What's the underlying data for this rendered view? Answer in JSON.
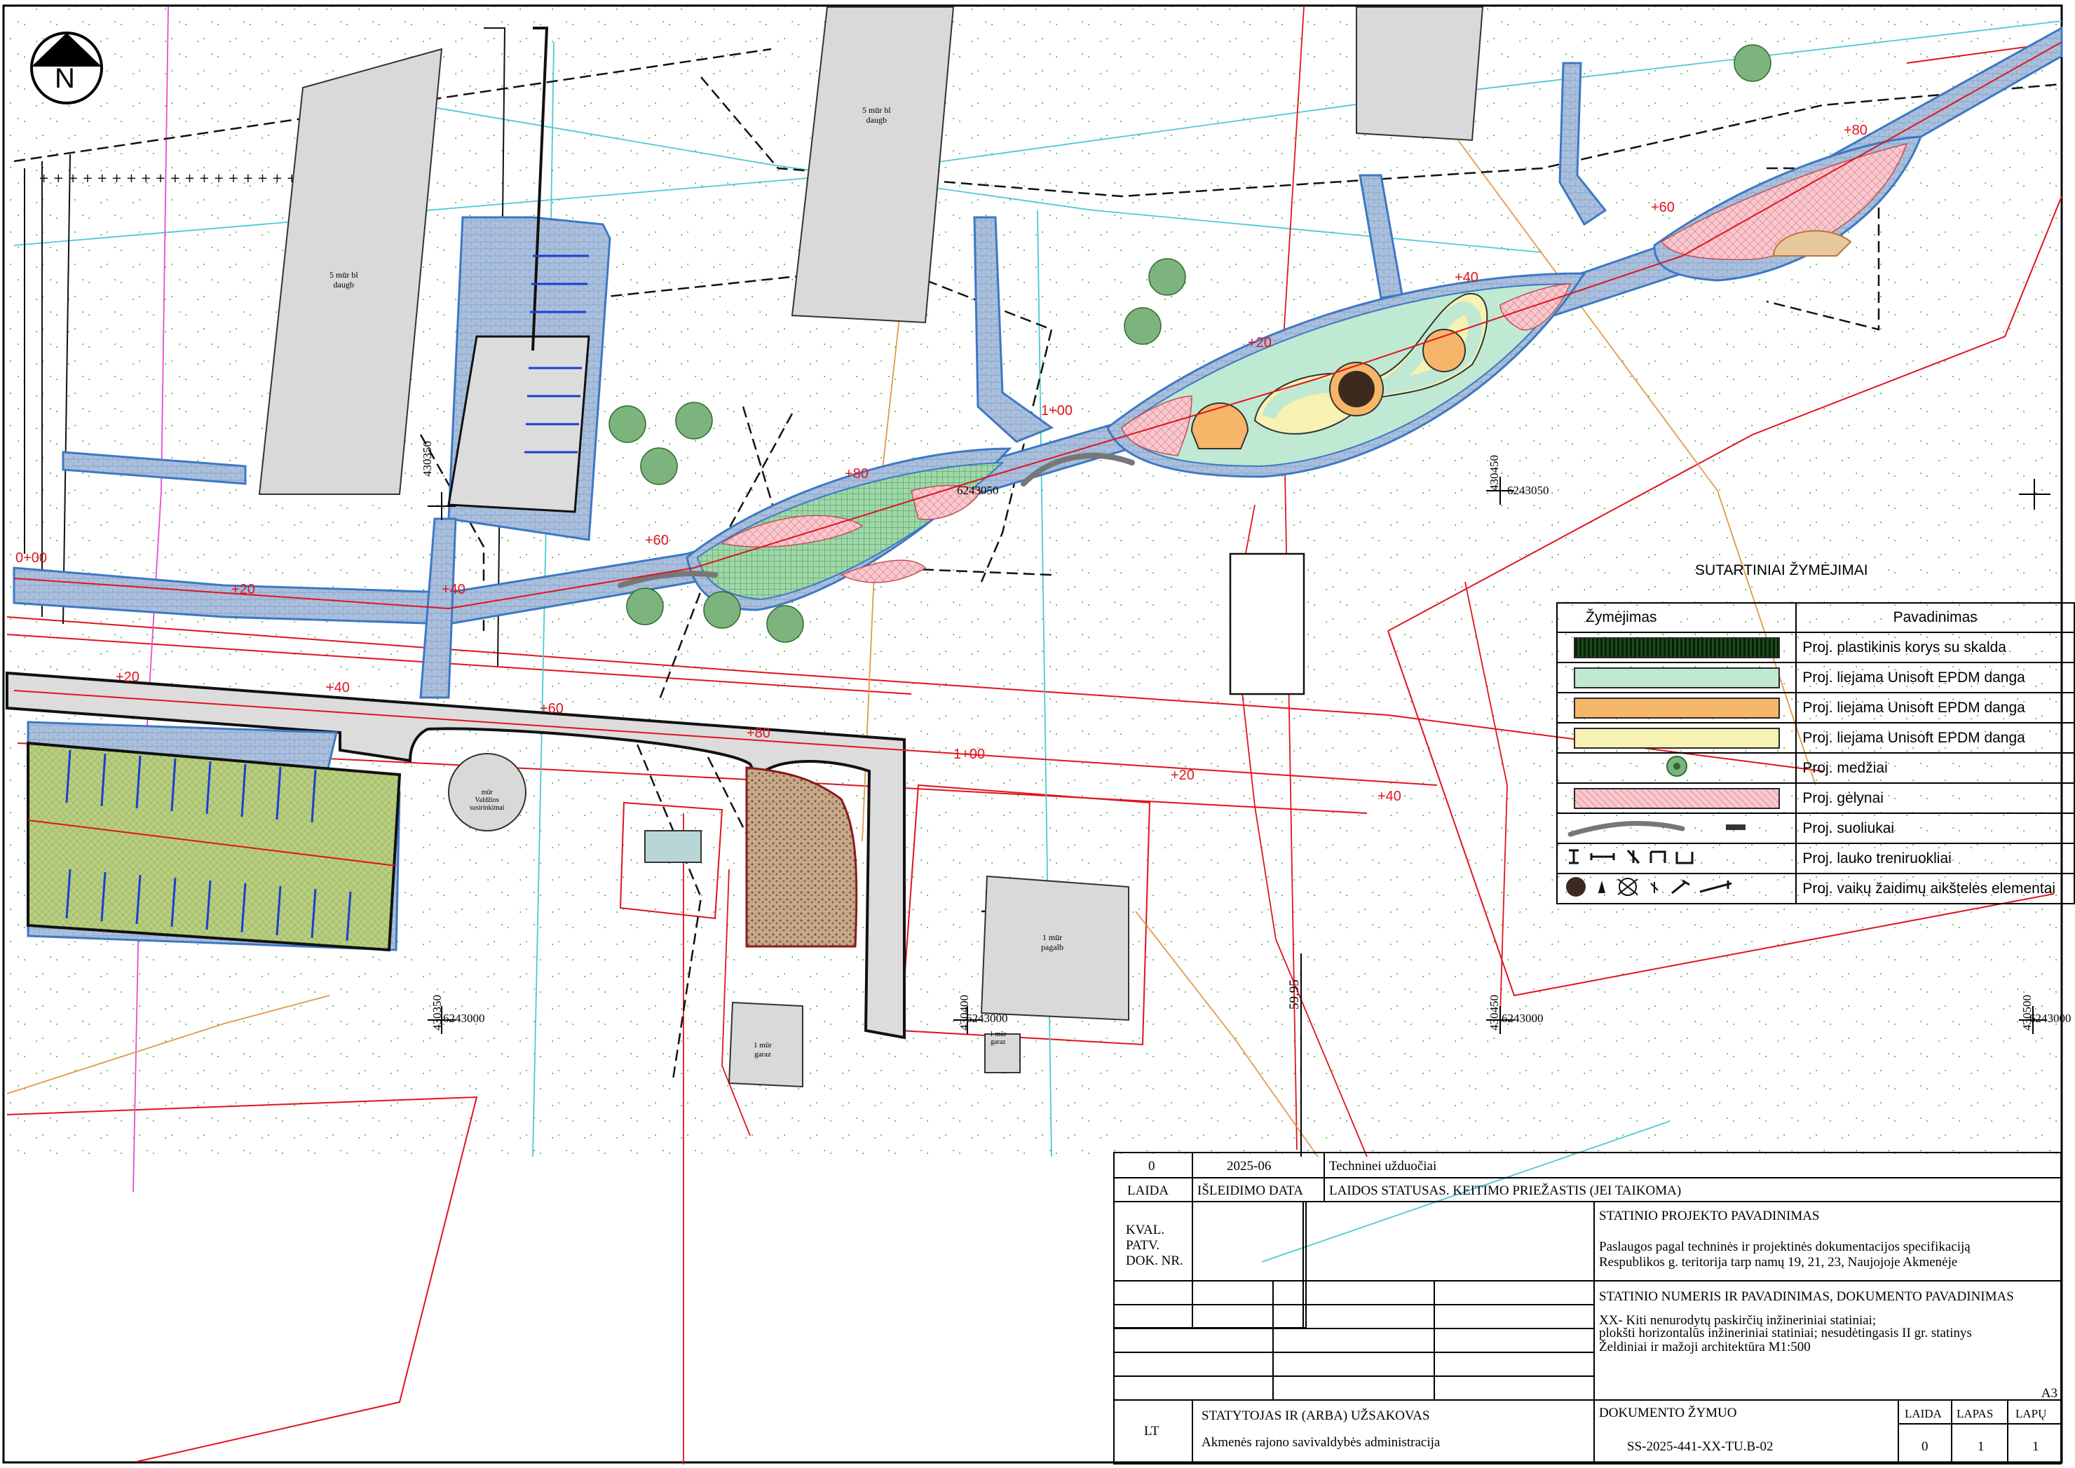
{
  "north_arrow": {
    "label": "N"
  },
  "buildings": [
    {
      "name": "5 mūr bl",
      "sub": "daugb"
    },
    {
      "name": "5 mūr bl",
      "sub": "daugb"
    },
    {
      "name": "1 mūr",
      "sub": "pagalb"
    },
    {
      "name": "1 mūr",
      "sub": "garaz"
    },
    {
      "name": "mūr",
      "sub": "Valdžios",
      "sub2": "susirinkimai"
    },
    {
      "name": "1 mūr",
      "sub": "garaz"
    }
  ],
  "chainage_labels": [
    "0+00",
    "+20",
    "+40",
    "+60",
    "+80",
    "1+00",
    "+20",
    "+40",
    "+60",
    "+80",
    "+20",
    "+40",
    "+60",
    "+80",
    "1+00",
    "+20",
    "+40"
  ],
  "coordinates": {
    "c1": "430350",
    "c2": "6243050",
    "c3": "430450",
    "c4": "6243050",
    "c5": "430350",
    "c6": "6243000",
    "c7": "430400",
    "c8": "6243000",
    "c9": "430450",
    "c10": "6243000",
    "c11": "430500",
    "c12": "6243000",
    "elev": "59.95"
  },
  "legend": {
    "title": "SUTARTINIAI ŽYMĖJIMAI",
    "header_symbol": "Žymėjimas",
    "header_name": "Pavadinimas",
    "rows": [
      {
        "name": "Proj. plastikinis korys su skalda",
        "symbol": "dark-grid-swatch"
      },
      {
        "name": "Proj. liejama Unisoft EPDM danga",
        "symbol": "mint-swatch",
        "color": "#bfe9d3"
      },
      {
        "name": "Proj. liejama Unisoft EPDM danga",
        "symbol": "orange-swatch",
        "color": "#f6b66a"
      },
      {
        "name": "Proj. liejama Unisoft EPDM danga",
        "symbol": "yellow-swatch",
        "color": "#f7f1b2"
      },
      {
        "name": "Proj. medžiai",
        "symbol": "tree-icon"
      },
      {
        "name": "Proj. gėlynai",
        "symbol": "pink-hatched-swatch",
        "color": "#f7c9cf"
      },
      {
        "name": "Proj. suoliukai",
        "symbol": "bench-icon"
      },
      {
        "name": "Proj. lauko treniruokliai",
        "symbol": "gym-equipment-icons"
      },
      {
        "name": "Proj. vaikų žaidimų aikštelės elementai",
        "symbol": "playground-icons"
      }
    ]
  },
  "title_block": {
    "rev_no": "0",
    "rev_date": "2025-06",
    "rev_status": "Techninei užduočiai",
    "h_laida": "LAIDA",
    "h_date": "IŠLEIDIMO DATA",
    "h_status": "LAIDOS STATUSAS. KEITIMO PRIEŽASTIS (JEI TAIKOMA)",
    "kval1": "KVAL.",
    "kval2": "PATV.",
    "kval3": "DOK. NR.",
    "proj_title_h": "STATINIO PROJEKTO PAVADINIMAS",
    "proj_title_1": "Paslaugos pagal techninės ir projektinės dokumentacijos specifikaciją",
    "proj_title_2": "Respublikos g. teritorija tarp namų 19, 21, 23, Naujojoje Akmenėje",
    "obj_h": "STATINIO NUMERIS IR PAVADINIMAS, DOKUMENTO PAVADINIMAS",
    "obj_1": "XX- Kiti nenurodytų paskirčių inžineriniai statiniai;",
    "obj_2": "plokšti horizontalūs inžineriniai statiniai; nesudėtingasis II gr. statinys",
    "obj_3": "Želdiniai ir mažoji architektūra M1:500",
    "format": "A3",
    "client_h": "STATYTOJAS IR (ARBA) UŽSAKOVAS",
    "client": "Akmenės rajono savivaldybės administracija",
    "lang": "LT",
    "doc_h": "DOKUMENTO ŽYMUO",
    "doc": "SS-2025-441-XX-TU.B-02",
    "laida_h": "LAIDA",
    "lapas_h": "LAPAS",
    "lapu_h": "LAPŲ",
    "laida": "0",
    "lapas": "1",
    "lapu": "1"
  },
  "colors": {
    "path_fill": "#a9bfdc",
    "path_edge": "#3d78c4",
    "road": "#dcdcdc",
    "parking": "#b8cf7f",
    "epdm_mint": "#bfe9d3",
    "epdm_orange": "#f6b66a",
    "epdm_yellow": "#f7f1b2",
    "flowerbed": "#f7c9cf",
    "gravel": "#c7a98a",
    "grass_dot": "#2aa02a",
    "utility_red": "#e0141e"
  }
}
